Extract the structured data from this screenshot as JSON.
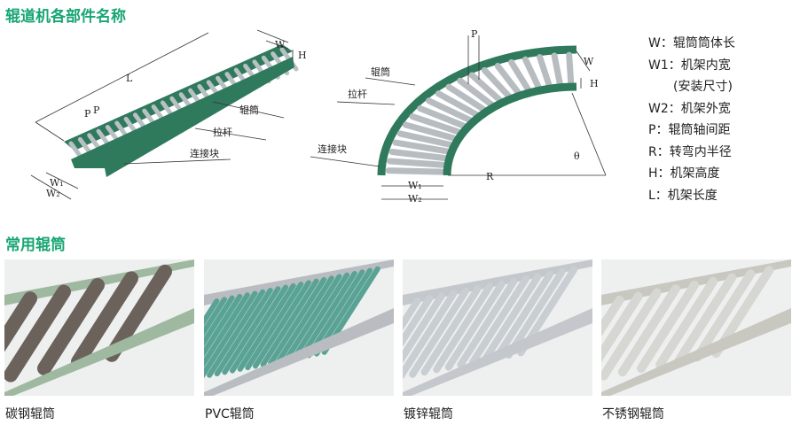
{
  "section1_title": "辊道机各部件名称",
  "section2_title": "常用辊筒",
  "diagram_labels": {
    "roller": "辊筒",
    "tie_rod": "拉杆",
    "connector": "连接块",
    "L": "L",
    "W": "W",
    "H": "H",
    "P": "P",
    "W1": "W₁",
    "W2": "W₂",
    "R": "R",
    "theta": "θ"
  },
  "legend": [
    "W：辊筒筒体长",
    "W1：机架内宽",
    "　　(安装尺寸)",
    "W2：机架外宽",
    "P：辊筒轴间距",
    "R：转弯内半径",
    "H：机架高度",
    "L：机架长度"
  ],
  "products": [
    {
      "caption": "碳钢辊筒",
      "frame": "#9fb8a0",
      "roller": "#6b625c"
    },
    {
      "caption": "PVC辊筒",
      "frame": "#b9bcc0",
      "roller": "#5aa394"
    },
    {
      "caption": "镀锌辊筒",
      "frame": "#c4c8cc",
      "roller": "#c9ced2"
    },
    {
      "caption": "不锈钢辊筒",
      "frame": "#c8c7c0",
      "roller": "#d6d6d2"
    }
  ],
  "colors": {
    "accent": "#17a673",
    "frame": "#2f7a5c"
  }
}
